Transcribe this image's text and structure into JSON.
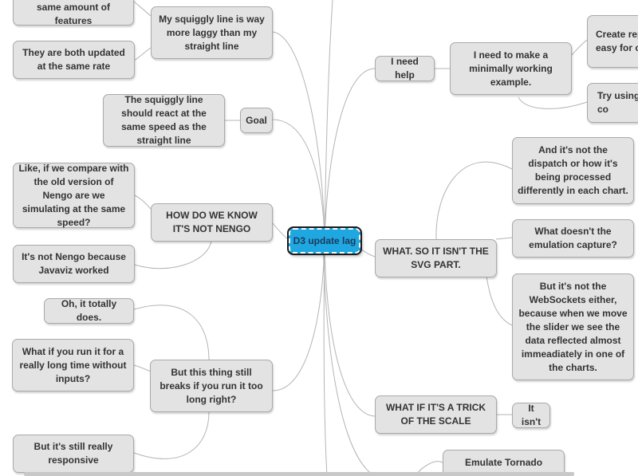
{
  "root": {
    "label": "D3 update lag"
  },
  "nodes": {
    "same_features": "They both have the same amount of features",
    "same_rate": "They are both updated at the same rate",
    "squiggly_laggy": "My squiggly line is way more laggy than my straight line",
    "squiggly_should": "The squiggly line should react at the same speed as the straight line",
    "goal": "Goal",
    "compare_nengo": "Like, if we compare with the old version of Nengo are we simulating at the same speed?",
    "how_know": "HOW DO WE KNOW IT'S NOT NENGO",
    "not_nengo": "It's not Nengo because Javaviz worked",
    "totally_does": "Oh, it totally does.",
    "long_time": "What if you run it for a really long time without inputs?",
    "still_breaks": "But this thing still breaks if you run it too long right?",
    "responsive": "But it's still really responsive",
    "need_help": "I need help",
    "minimal_example": "I need to make a minimally working example.",
    "create_rep": "Create rep easy for o",
    "try_using": "Try using co",
    "dispatch": "And it's not the dispatch or how it's being processed differently in each chart.",
    "svg_part": "WHAT. SO IT ISN'T THE SVG PART.",
    "emulation": "What doesn't the emulation capture?",
    "websockets": "But it's not the WebSockets either, because when we move the slider we see the data reflected almost immeadiately in one of the charts.",
    "trick_scale": "WHAT IF IT'S A TRICK OF THE SCALE",
    "it_isnt": "It isn't",
    "emulate_tornado": "Emulate Tornado"
  }
}
